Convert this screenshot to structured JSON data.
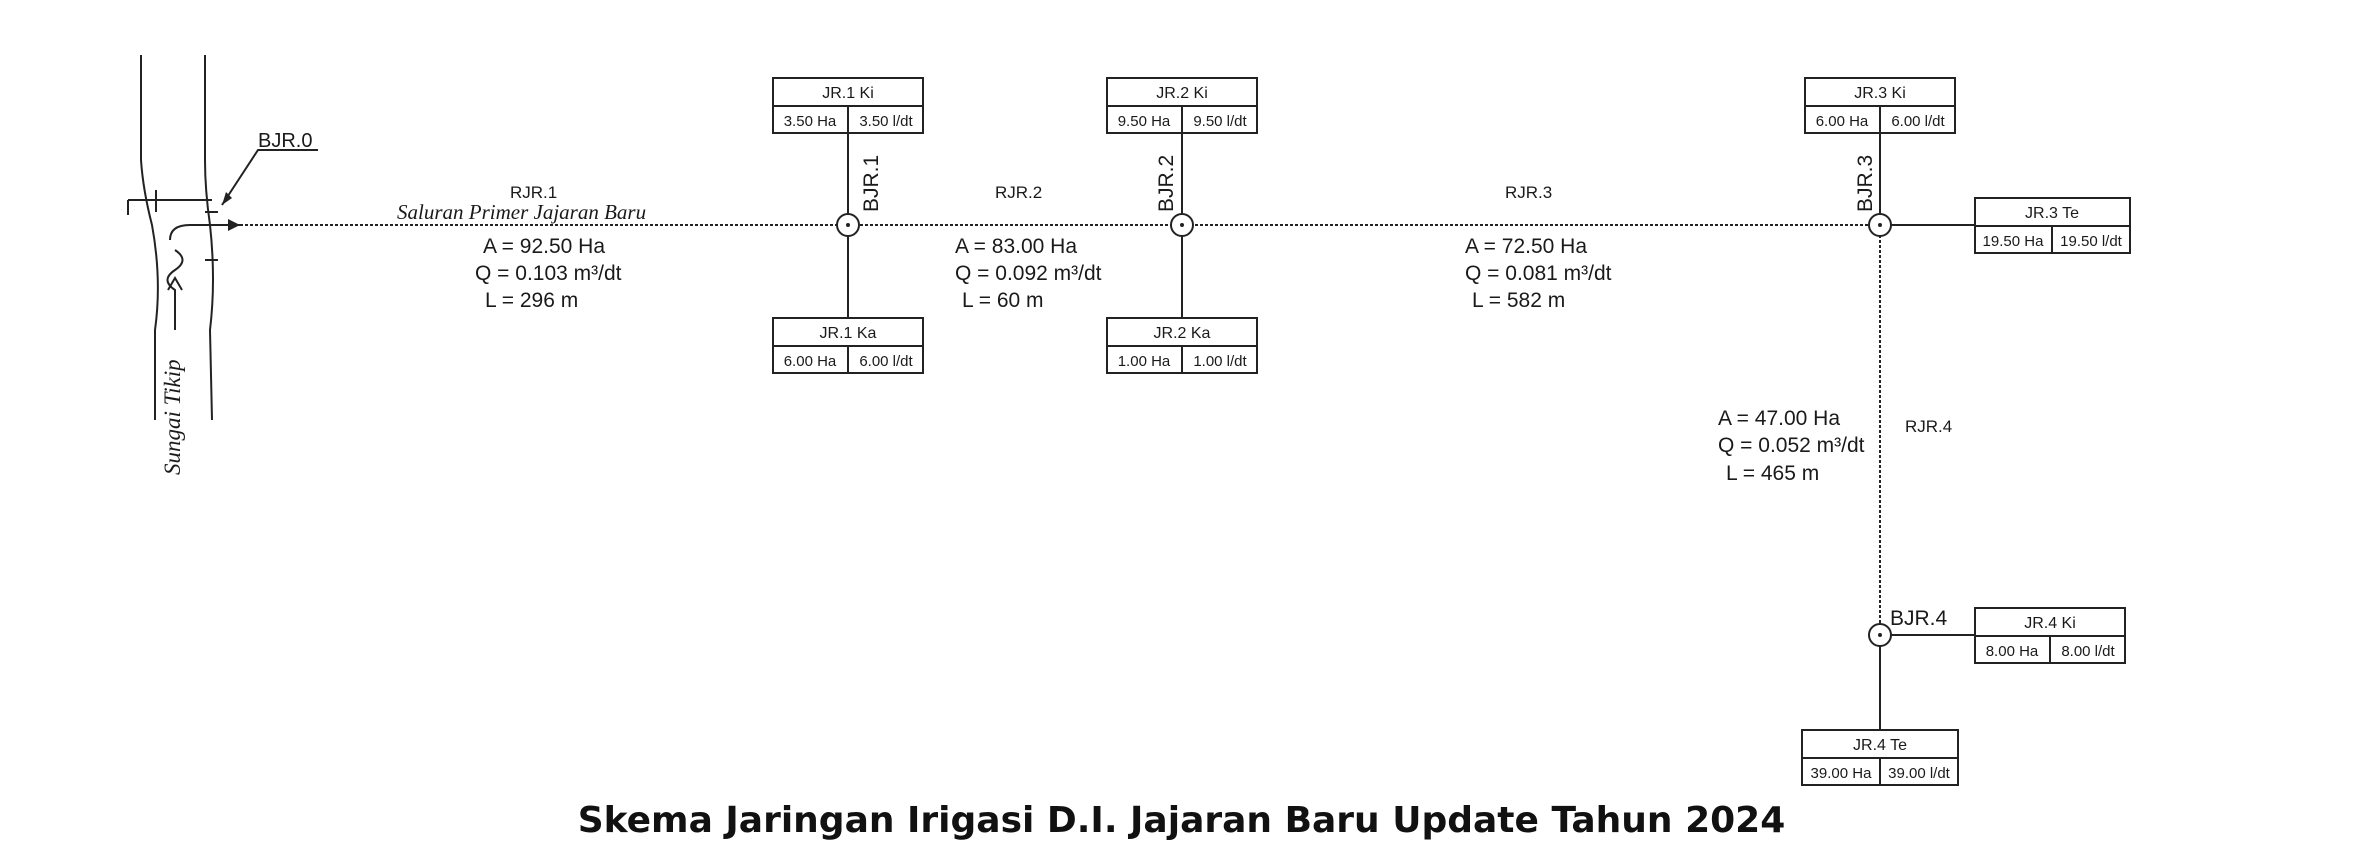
{
  "caption": "Skema Jaringan Irigasi D.I. Jajaran Baru Update Tahun 2024",
  "river": {
    "label": "Sungai Tikip"
  },
  "headworks": {
    "label": "BJR.0"
  },
  "primary_canal": {
    "label": "Saluran Primer Jajaran Baru"
  },
  "structures": {
    "bjr1": "BJR.1",
    "bjr2": "BJR.2",
    "bjr3": "BJR.3",
    "bjr4": "BJR.4"
  },
  "segments": {
    "rjr1": {
      "name": "RJR.1",
      "area": "A = 92.50 Ha",
      "flow": "Q = 0.103 m³/dt",
      "length": "L = 296 m"
    },
    "rjr2": {
      "name": "RJR.2",
      "area": "A = 83.00 Ha",
      "flow": "Q = 0.092 m³/dt",
      "length": "L = 60 m"
    },
    "rjr3": {
      "name": "RJR.3",
      "area": "A = 72.50 Ha",
      "flow": "Q = 0.081 m³/dt",
      "length": "L = 582 m"
    },
    "rjr4": {
      "name": "RJR.4",
      "area": "A = 47.00 Ha",
      "flow": "Q = 0.052 m³/dt",
      "length": "L = 465 m"
    }
  },
  "tertiary_units": {
    "jr1_ki": {
      "name": "JR.1 Ki",
      "area": "3.50 Ha",
      "flow": "3.50 l/dt"
    },
    "jr1_ka": {
      "name": "JR.1 Ka",
      "area": "6.00 Ha",
      "flow": "6.00 l/dt"
    },
    "jr2_ki": {
      "name": "JR.2 Ki",
      "area": "9.50 Ha",
      "flow": "9.50 l/dt"
    },
    "jr2_ka": {
      "name": "JR.2 Ka",
      "area": "1.00 Ha",
      "flow": "1.00 l/dt"
    },
    "jr3_ki": {
      "name": "JR.3 Ki",
      "area": "6.00 Ha",
      "flow": "6.00 l/dt"
    },
    "jr3_te": {
      "name": "JR.3 Te",
      "area": "19.50 Ha",
      "flow": "19.50 l/dt"
    },
    "jr4_ki": {
      "name": "JR.4 Ki",
      "area": "8.00 Ha",
      "flow": "8.00 l/dt"
    },
    "jr4_te": {
      "name": "JR.4 Te",
      "area": "39.00 Ha",
      "flow": "39.00 l/dt"
    }
  }
}
